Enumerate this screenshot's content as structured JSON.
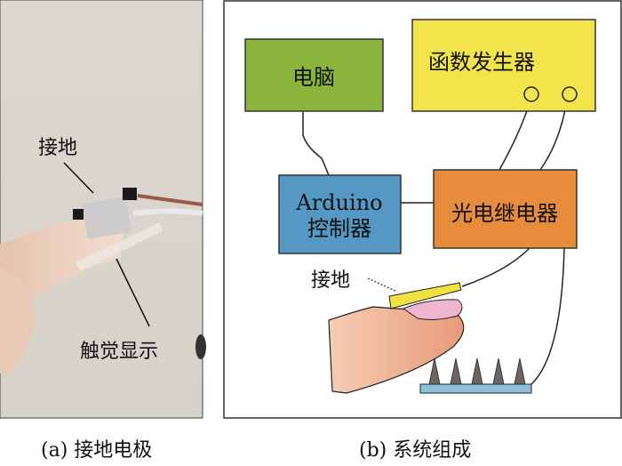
{
  "panel_a": {
    "caption": "(a) 接地电极",
    "label_ground": "接地",
    "label_tactile_display": "触觉显示"
  },
  "panel_b": {
    "caption": "(b) 系统组成",
    "computer": "电脑",
    "function_generator": "函数发生器",
    "arduino_line1": "Arduino",
    "arduino_line2": "控制器",
    "relay": "光电继电器",
    "label_ground": "接地"
  },
  "colors": {
    "computer": "#8ab43c",
    "function_generator": "#f2e44a",
    "arduino": "#5698c4",
    "relay": "#e78c3a",
    "electrode": "#f0e040",
    "nail": "#efb6cf",
    "base": "#8cbfdc",
    "spike": "#6e6663"
  }
}
